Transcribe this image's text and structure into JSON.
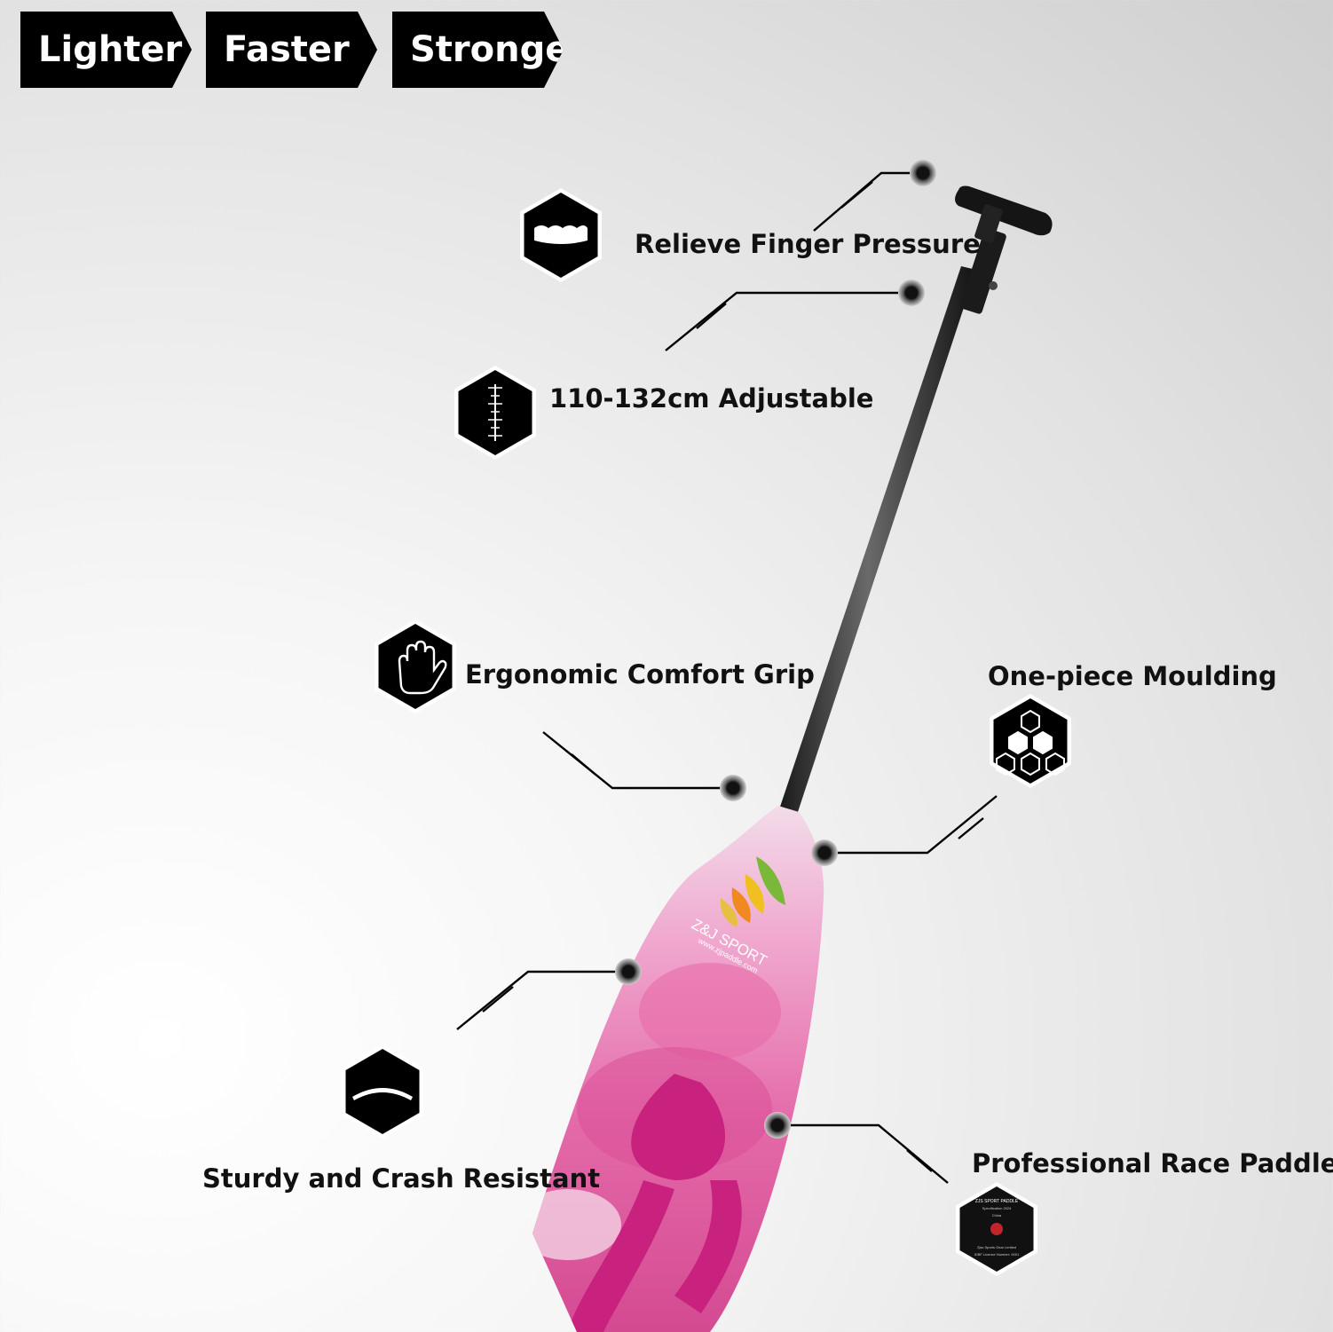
{
  "tags": [
    "Lighter",
    "Faster",
    "Stronger"
  ],
  "features": {
    "finger": "Relieve Finger Pressure",
    "adjustable": "110-132cm Adjustable",
    "grip": "Ergonomic Comfort Grip",
    "moulding": "One-piece Moulding",
    "sturdy": "Sturdy and Crash Resistant",
    "race": "Professional Race Paddles"
  },
  "paddle": {
    "brand": "Z&J SPORT",
    "website": "www.zjpaddle.com"
  },
  "badge": {
    "title": "ZJS SPORT PADDLE",
    "line1": "Specification 2024",
    "line2": "China",
    "footer": "Zjss Sports Gear Limited",
    "license": "IDBF Licence Number: 0001"
  },
  "colors": {
    "accent": "#000000",
    "blade_pink": "#e0529a",
    "ribbon": "#c71f7c"
  }
}
